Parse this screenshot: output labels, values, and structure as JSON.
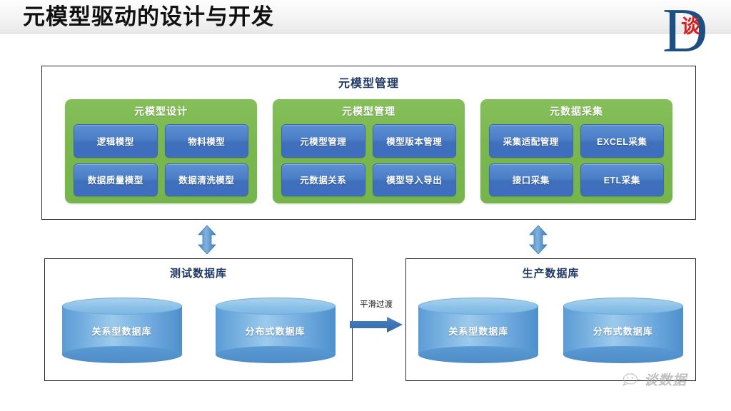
{
  "header": {
    "title": "元模型驱动的设计与开发",
    "logo": {
      "letter": "D",
      "mark": "谈"
    }
  },
  "meta_container": {
    "title": "元模型管理",
    "panels": [
      {
        "title": "元模型设计",
        "buttons": [
          "逻辑模型",
          "物料模型",
          "数据质量模型",
          "数据清洗模型"
        ]
      },
      {
        "title": "元模型管理",
        "buttons": [
          "元模型管理",
          "模型版本管理",
          "元数据关系",
          "模型导入导出"
        ]
      },
      {
        "title": "元数据采集",
        "buttons": [
          "采集适配管理",
          "EXCEL采集",
          "接口采集",
          "ETL采集"
        ]
      }
    ]
  },
  "arrows": {
    "vertical_left": "double-arrow-vertical",
    "vertical_right": "double-arrow-vertical",
    "transition_label": "平滑过渡",
    "transition_arrow": "arrow-right"
  },
  "databases": [
    {
      "title": "测试数据库",
      "cylinders": [
        "关系型数据库",
        "分布式数据库"
      ]
    },
    {
      "title": "生产数据库",
      "cylinders": [
        "关系型数据库",
        "分布式数据库"
      ]
    }
  ],
  "watermark": {
    "icon": "wechat-icon",
    "text": "谈数据"
  },
  "colors": {
    "panel_green": "#7ab84f",
    "button_blue": "#4a7ec6",
    "title_navy": "#1f3864",
    "cylinder_blue": "#5b9bd5",
    "logo_blue": "#1e4f83",
    "logo_red": "#d61f1f"
  }
}
